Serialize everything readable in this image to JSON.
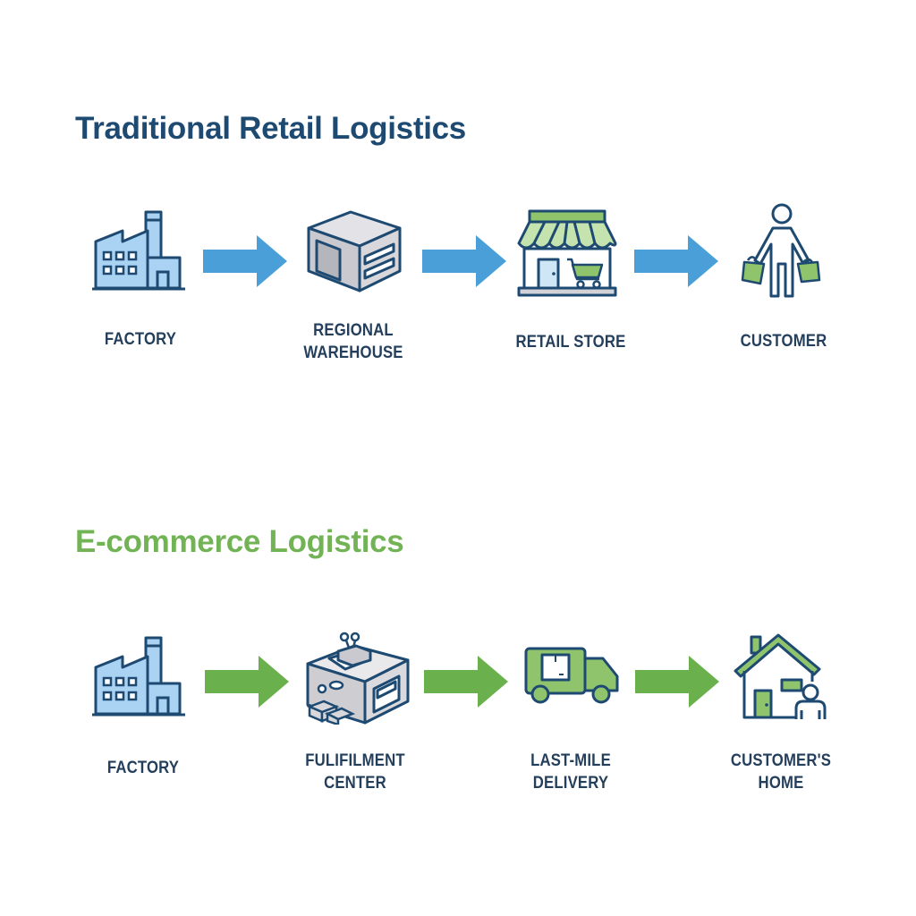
{
  "sections": [
    {
      "title": "Traditional Retail Logistics",
      "accent_color": "#1e4a72",
      "arrow_color": "#4a9fd8",
      "steps": [
        {
          "label": "FACTORY",
          "icon": "factory-icon"
        },
        {
          "label": "REGIONAL WAREHOUSE",
          "icon": "warehouse-icon"
        },
        {
          "label": "RETAIL STORE",
          "icon": "storefront-icon"
        },
        {
          "label": "CUSTOMER",
          "icon": "shopper-icon"
        }
      ]
    },
    {
      "title": "E-commerce Logistics",
      "accent_color": "#72b356",
      "arrow_color": "#6ab04c",
      "steps": [
        {
          "label": "FACTORY",
          "icon": "factory-icon"
        },
        {
          "label": "FULIFILMENT CENTER",
          "icon": "fulfillment-center-icon"
        },
        {
          "label": "LAST-MILE DELIVERY",
          "icon": "delivery-truck-icon"
        },
        {
          "label": "CUSTOMER'S HOME",
          "icon": "home-with-person-icon"
        }
      ]
    }
  ]
}
